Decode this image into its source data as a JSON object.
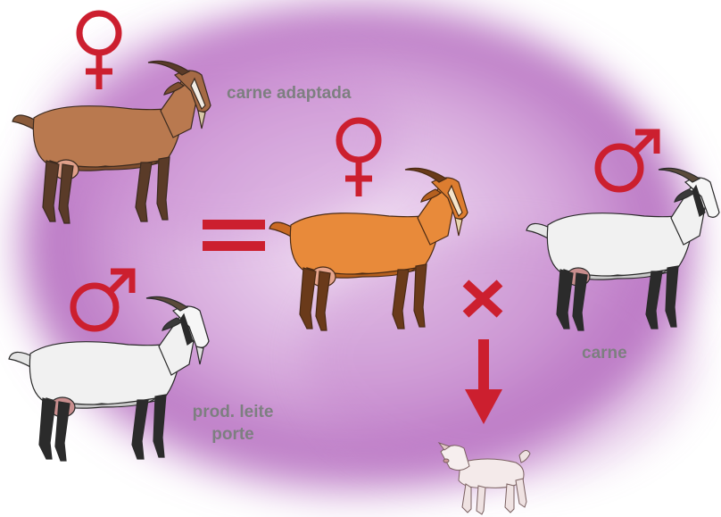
{
  "labels": {
    "top_female": "carne adaptada",
    "bottom_male": "prod. leite",
    "bottom_male_2": "porte",
    "right_male": "carne"
  },
  "symbols": {
    "female": "female-symbol",
    "male": "male-symbol",
    "equals": "equals-sign",
    "cross": "x",
    "arrow": "down-arrow"
  },
  "colors": {
    "symbol_red": "#cc1f2f",
    "label_gray": "#7d7f80",
    "cloud_purple": "#b36fc0",
    "goat_brown": "#b9794f",
    "goat_orange": "#e88a3a",
    "goat_white": "#f1f1f1"
  }
}
